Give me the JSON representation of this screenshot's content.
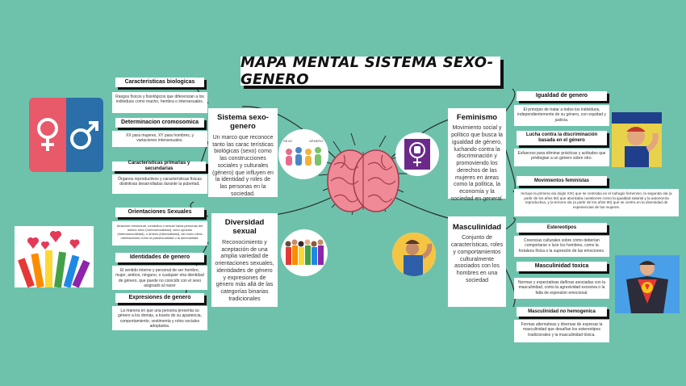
{
  "title": "MAPA MENTAL SISTEMA SEXO-GENERO",
  "left_top": {
    "labels": [
      "Caracteristicas biologicas",
      "Determinacion cromosomica",
      "Caracteristicas primarias y secundarias"
    ],
    "texts": [
      "Rasgos físicos y fisiológicos que diferencian a los individuos como macho, hembra o intersexuales.",
      "XX para mujeres, XY para hombres, y variaciones intersexuales.",
      "Órganos reproductivos y características físicas distintivas desarrolladas durante la pubertad."
    ]
  },
  "left_bottom": {
    "labels": [
      "Orientaciones Sexuales",
      "Identidades de genero",
      "Expresiones de genero"
    ],
    "texts": [
      "Atracción emocional, romántica o sexual hacia personas del mismo sexo (homosexualidad), sexo opuesto (heterosexualidad), o ambos (bisexualidad), así como otras orientaciones como la pansexualidad o la asexualidad.",
      "El sentido interno y personal de ser hombre, mujer, ambos, ninguno, o cualquier otra identidad de género, que puede no coincidir con el sexo asignado al nacer",
      "La manera en que una persona presenta su género a los demás, a través de su apariencia, comportamiento, vestimenta y roles sociales adoptados."
    ]
  },
  "center": {
    "sistema": {
      "heading": "Sistema sexo-genero",
      "text": "Un marco que reconoce tanto las carac terísticas biológicas (sexo) como las construcciones sociales y culturales (género) que influyen en la identidad y roles de las personas en la sociedad."
    },
    "diversidad": {
      "heading": "Diversidad sexual",
      "text": "Reconocimiento y aceptación de una amplia variedad de orientaciones sexuales, identidades de género y expresiones de género más allá de las categorías binarias tradicionales"
    },
    "feminismo": {
      "heading": "Feminismo",
      "text": "Movimiento social y político que busca la igualdad de género, luchando contra la discriminación y promoviendo los derechos de las mujeres en áreas como la política, la economía y la sociedad en general."
    },
    "masculinidad": {
      "heading": "Masculinidad",
      "text": "Conjunto de características, roles y comportamientos culturalmente asociados con los hombres en una sociedad"
    },
    "sexo_genero_circle": [
      "SEXO",
      "GÉNERO"
    ]
  },
  "right_top": {
    "labels": [
      "Igualdad de genero",
      "Lucha contra la discriminación basada en el género",
      "Movimientos feministas"
    ],
    "texts": [
      "El principio de tratar a todos los individuos, independientemente de su género, con equidad y justicia.",
      "Esfuerzos para eliminar prácticas y actitudes que privilegian a un género sobre otro.",
      "Incluye la primera ola (siglo XIX) que se centraba en el sufragio femenino, la segunda ola (a partir de los años 60) que abordaba cuestiones como la igualdad salarial y la autonomía reproductiva, y la tercera ola (a partir de los años 90) que se centra en la diversidad de experiencias de las mujeres."
    ]
  },
  "right_bottom": {
    "labels": [
      "Estereotipos",
      "Masculinidad toxica",
      "Masculinidad no hemogenica"
    ],
    "texts": [
      "Creencias culturales sobre cómo deberían comportarse o lucir los hombres, como la fortaleza física o la supresión de las emociones.",
      "Normas y expectativas dañinas asociadas con la masculinidad, como la agresividad excesiva o la falta de expresión emocional.",
      "Formas alternativas y diversas de expresar la masculinidad que desafían los estereotipos tradicionales y la masculinidad tóxica."
    ]
  },
  "colors": {
    "background": "#6ec2ac",
    "female_panel": "#e8596a",
    "male_panel": "#2a6fa8",
    "brain": "#f08a97",
    "feminism_purple": "#6b2a8a"
  }
}
